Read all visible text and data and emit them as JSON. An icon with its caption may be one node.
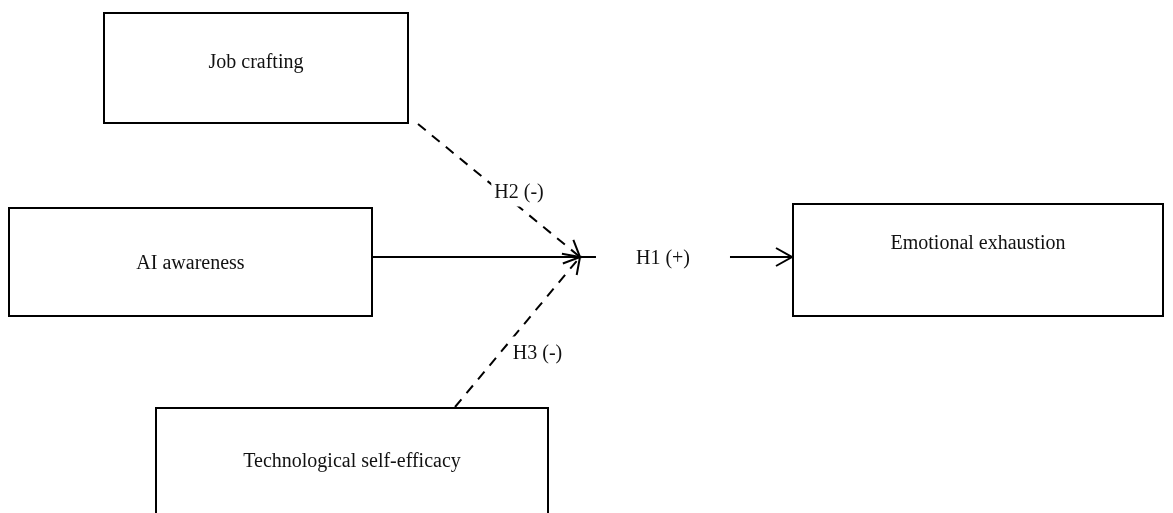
{
  "diagram": {
    "nodes": [
      {
        "text": [
          "Job crafting"
        ]
      },
      {
        "text": [
          "AI awareness"
        ]
      },
      {
        "text": [
          "Emotional exhaustion"
        ]
      },
      {
        "text": [
          "Technological self-efficacy"
        ]
      }
    ],
    "edges": [
      {
        "from": 1,
        "to": 2,
        "arrow": "to",
        "label": "H1 (+)"
      },
      {
        "from": 0,
        "to": null,
        "arrow": "to",
        "label": "H2 (-)",
        "style": "dashed"
      },
      {
        "from": 3,
        "to": null,
        "arrow": "to",
        "label": "H3 (-)",
        "style": "dashed"
      }
    ]
  }
}
